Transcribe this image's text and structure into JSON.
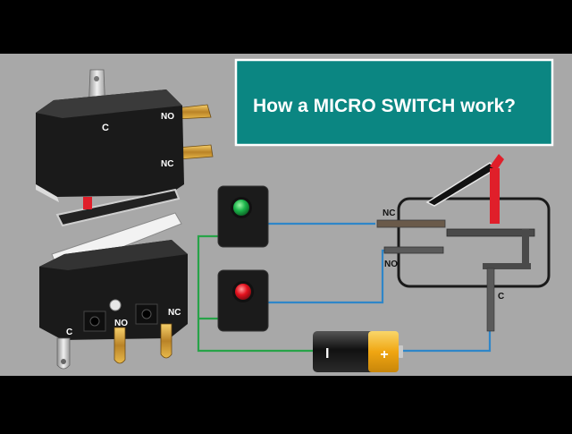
{
  "title": "How a MICRO SWITCH work?",
  "switch_top": {
    "labels": {
      "common": "C",
      "normally_open": "NO",
      "normally_closed": "NC"
    }
  },
  "switch_bottom": {
    "labels": {
      "common": "C",
      "normally_open": "NO",
      "normally_closed": "NC"
    }
  },
  "schematic": {
    "labels": {
      "normally_closed": "NC",
      "normally_open": "NO",
      "common": "C"
    }
  },
  "battery": {
    "negative": "I",
    "positive": "+"
  },
  "lamps": [
    {
      "name": "green-lamp",
      "color": "#18b04a"
    },
    {
      "name": "red-lamp",
      "color": "#e01a24"
    }
  ],
  "colors": {
    "background": "#a9a9a9",
    "title_box": "#0b8682",
    "wire_blue": "#2f86c8",
    "wire_green": "#27a348",
    "lever_red": "#e01f2a",
    "battery_gold": "#f4b71a"
  }
}
